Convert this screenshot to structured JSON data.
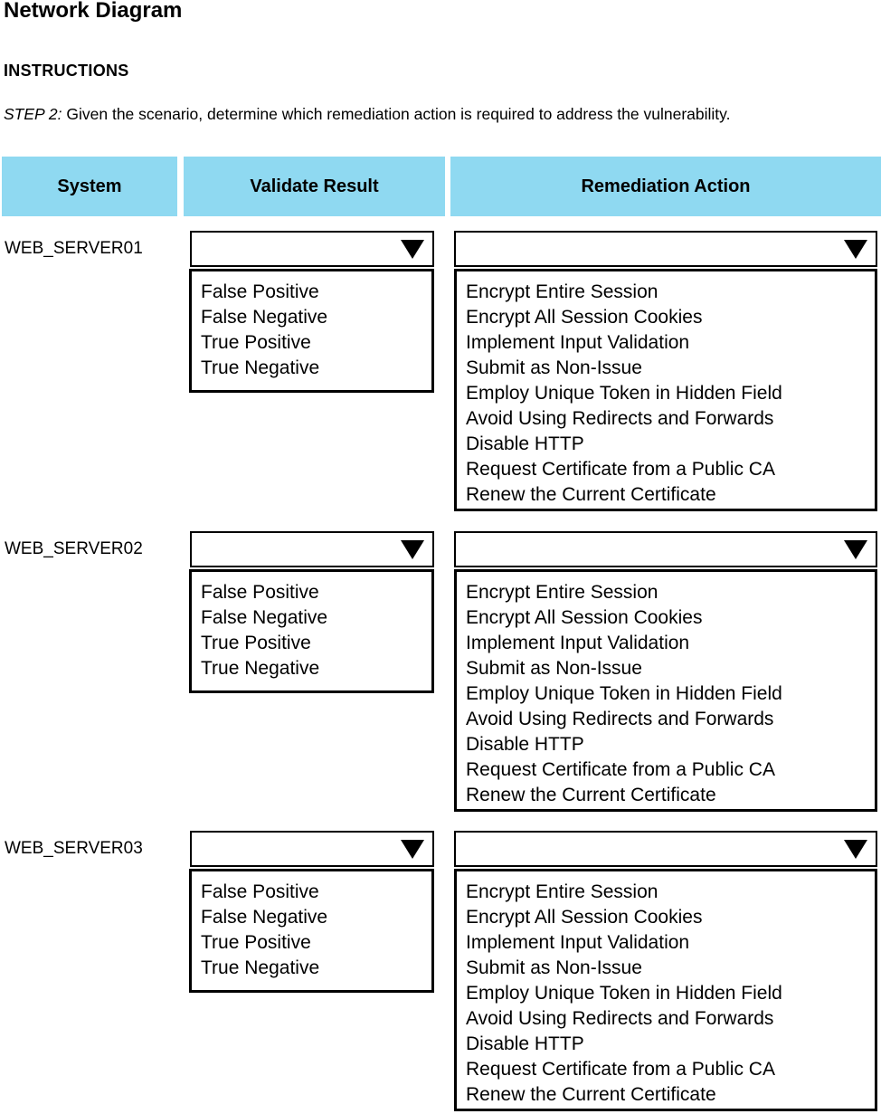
{
  "page": {
    "title": "Network Diagram",
    "instructions_heading": "INSTRUCTIONS",
    "step_label": "STEP 2:",
    "step_text": " Given the scenario, determine which remediation action is required to address the vulnerability."
  },
  "colors": {
    "header_bg": "#8FD9F1",
    "border": "#000000",
    "text": "#000000",
    "background": "#FFFFFF"
  },
  "icons": {
    "dropdown_arrow": "dropdown-arrow"
  },
  "table": {
    "columns": [
      "System",
      "Validate Result",
      "Remediation Action"
    ],
    "validate_options": [
      "False Positive",
      "False Negative",
      "True Positive",
      "True Negative"
    ],
    "remediation_options": [
      "Encrypt Entire Session",
      "Encrypt All Session Cookies",
      "Implement Input Validation",
      "Submit as Non-Issue",
      "Employ Unique Token in Hidden Field",
      "Avoid Using Redirects and Forwards",
      "Disable HTTP",
      "Request Certificate from a Public CA",
      "Renew the Current Certificate"
    ],
    "rows": [
      {
        "system": "WEB_SERVER01",
        "validate_selected": "",
        "remediation_selected": ""
      },
      {
        "system": "WEB_SERVER02",
        "validate_selected": "",
        "remediation_selected": ""
      },
      {
        "system": "WEB_SERVER03",
        "validate_selected": "",
        "remediation_selected": ""
      }
    ]
  }
}
